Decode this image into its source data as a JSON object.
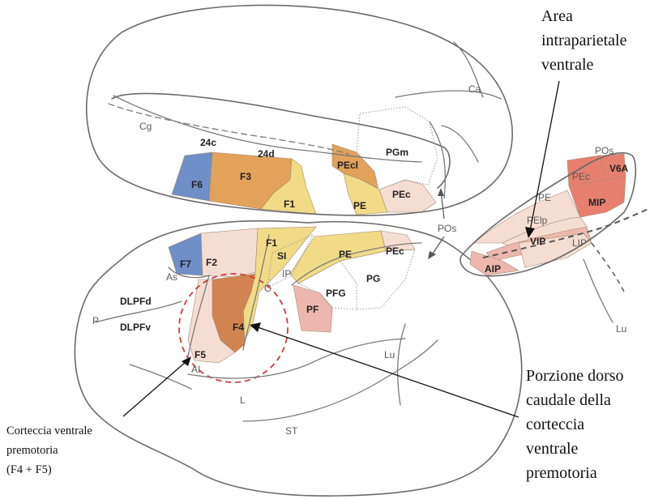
{
  "colors": {
    "blue_area": "#6f8fc8",
    "orange_area": "#e2a25a",
    "dark_orange_area": "#d28450",
    "yellow_area": "#f1db86",
    "light_pink_area": "#f6ddd4",
    "pink_area": "#eeb7ae",
    "red_area": "#e77f6f",
    "outline": "#6a6a6a",
    "dashed_circle": "#d33a3a"
  },
  "medial": {
    "labels": {
      "cg": "Cg",
      "a24c": "24c",
      "a24d": "24d",
      "ca": "Ca",
      "pgm": "PGm",
      "f6": "F6",
      "f3": "F3",
      "pecl": "PEcl",
      "f1": "F1",
      "pe": "PE",
      "pec": "PEc"
    }
  },
  "lateral": {
    "labels": {
      "f1": "F1",
      "f7": "F7",
      "f2": "F2",
      "as": "As",
      "si": "SI",
      "pe": "PE",
      "pec": "PEc",
      "ip": "IP",
      "c": "C",
      "pg": "PG",
      "pfg": "PFG",
      "pf": "PF",
      "dlpfd": "DLPFd",
      "dlpfv": "DLPFv",
      "p": "P",
      "f4": "F4",
      "f5": "F5",
      "ai": "AI",
      "l": "L",
      "lu": "Lu",
      "st": "ST"
    }
  },
  "pos_label": "POs",
  "inset": {
    "labels": {
      "pos": "POs",
      "pec": "PEc",
      "v6a": "V6A",
      "pe": "PE",
      "mip": "MIP",
      "pelp": "PElp",
      "vip": "VIP",
      "lip": "LIP",
      "aip": "AIP",
      "lu": "Lu"
    }
  },
  "annotations": {
    "vip_title": [
      "Area",
      "intraparietale",
      "ventrale"
    ],
    "f4_title": [
      "Porzione dorso",
      "caudale della",
      "corteccia",
      "ventrale",
      "premotoria"
    ],
    "vpm_title": [
      "Corteccia ventrale",
      "premotoria",
      "(F4 + F5)"
    ]
  }
}
